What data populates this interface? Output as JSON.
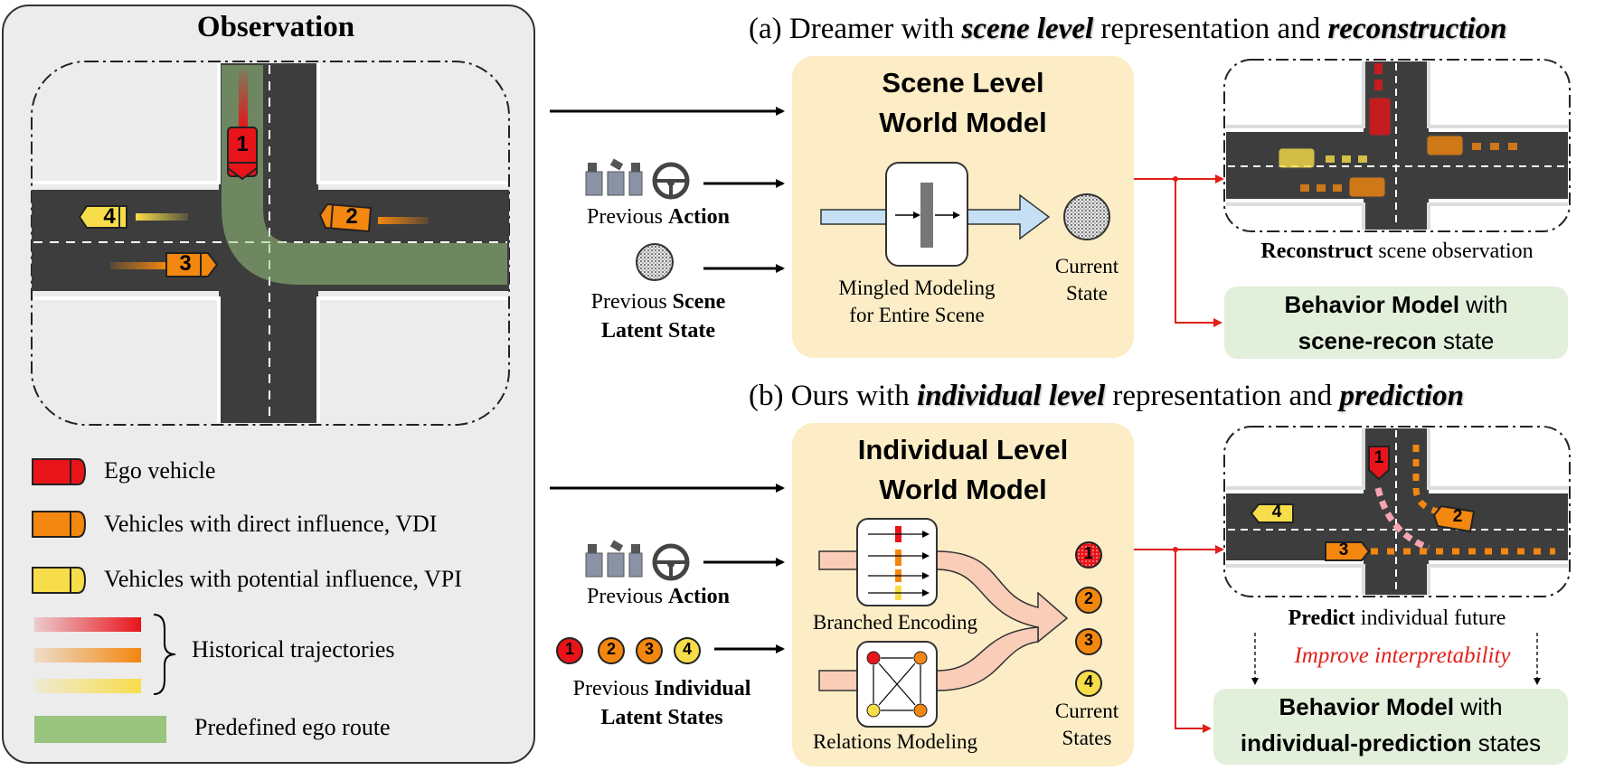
{
  "observation": {
    "title": "Observation",
    "car_numbers": [
      "1",
      "2",
      "3",
      "4"
    ],
    "legend": [
      {
        "label": "Ego vehicle",
        "color": "#e8141a"
      },
      {
        "label": "Vehicles with direct influence, VDI",
        "color": "#f3870f"
      },
      {
        "label": "Vehicles with potential influence, VPI",
        "color": "#f8dd4a"
      }
    ],
    "historical_label": "Historical trajectories",
    "route_label": "Predefined ego route",
    "route_color": "#99c47e"
  },
  "section_a": {
    "title_plain_1": "(a) Dreamer with ",
    "title_em_1": "scene level",
    "title_plain_2": " representation and ",
    "title_em_2": "reconstruction",
    "model_title_line1": "Scene Level",
    "model_title_line2": "World Model",
    "prev_action_plain": "Previous ",
    "prev_action_bold": "Action",
    "prev_state_plain": "Previous ",
    "prev_state_bold1": "Scene",
    "prev_state_bold2": "Latent State",
    "mingled_line1": "Mingled Modeling",
    "mingled_line2": "for Entire Scene",
    "current_line1": "Current",
    "current_line2": "State",
    "recon_bold": "Reconstruct",
    "recon_plain": " scene observation",
    "behavior_line1_bold": "Behavior Model",
    "behavior_line1_plain": " with",
    "behavior_line2_bold": "scene-recon",
    "behavior_line2_plain": " state",
    "car_numbers": []
  },
  "section_b": {
    "title_plain_1": "(b) Ours with ",
    "title_em_1": "individual level",
    "title_plain_2": " representation and ",
    "title_em_2": "prediction",
    "model_title_line1": "Individual Level",
    "model_title_line2": "World Model",
    "prev_action_plain": "Previous ",
    "prev_action_bold": "Action",
    "prev_states_plain": "Previous ",
    "prev_states_bold1": "Individual",
    "prev_states_bold2": "Latent States",
    "state_numbers": [
      "1",
      "2",
      "3",
      "4"
    ],
    "branched_label": "Branched Encoding",
    "relations_label": "Relations Modeling",
    "current_line1": "Current",
    "current_line2": "States",
    "predict_bold": "Predict",
    "predict_plain": " individual future",
    "interpretability": "Improve interpretability",
    "behavior_line1_bold": "Behavior Model",
    "behavior_line1_plain": " with",
    "behavior_line2_bold": "individual-prediction",
    "behavior_line2_plain": " states",
    "car_numbers": [
      "1",
      "2",
      "3",
      "4"
    ]
  },
  "colors": {
    "ego": "#e8141a",
    "vdi": "#f3870f",
    "vpi": "#f8dd4a",
    "world_model_bg": "#fcedc6",
    "behavior_bg": "#e2efda",
    "highlight_red": "#e0201b"
  }
}
